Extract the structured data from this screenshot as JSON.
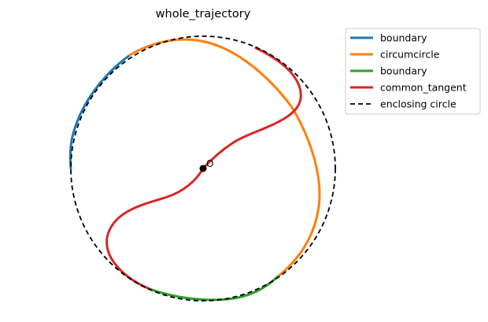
{
  "title": "whole_trajectory",
  "center_label": "O",
  "colors": {
    "blue": "#1f77b4",
    "orange": "#ff7f0e",
    "green": "#2ca02c",
    "red": "#d62728",
    "black": "#000000"
  },
  "legend": {
    "placement": "top-right",
    "entries": [
      {
        "label": "boundary",
        "color": "#1f77b4",
        "style": "solid"
      },
      {
        "label": "circumcircle",
        "color": "#ff7f0e",
        "style": "solid"
      },
      {
        "label": "boundary",
        "color": "#2ca02c",
        "style": "solid"
      },
      {
        "label": "common_tangent",
        "color": "#d62728",
        "style": "solid"
      },
      {
        "label": "enclosing circle",
        "color": "#000000",
        "style": "dashed"
      }
    ]
  }
}
